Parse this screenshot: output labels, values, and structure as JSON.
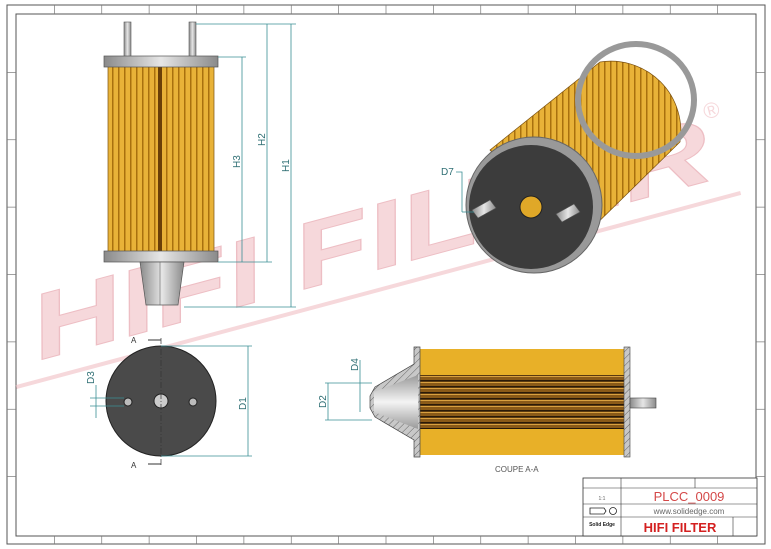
{
  "watermark": {
    "text": "HIFI FILTER",
    "registered": "®",
    "color": "#f0b9bf"
  },
  "front_view": {
    "dims": {
      "h1": "H1",
      "h2": "H2",
      "h3": "H3"
    }
  },
  "end_view": {
    "dims": {
      "d1": "D1",
      "d3": "D3"
    },
    "section_marks": [
      "A",
      "A"
    ]
  },
  "iso_view": {
    "dims": {
      "d7": "D7"
    }
  },
  "section_view": {
    "dims": {
      "d2": "D2",
      "d4": "D4"
    },
    "caption": "COUPE A-A"
  },
  "title_block": {
    "part_number": "PLCC_0009",
    "website": "www.solidedge.com",
    "title": "HIFI FILTER",
    "scale": "1:1",
    "software": "Solid Edge",
    "title_color": "#d42020",
    "part_color": "#d44848"
  },
  "colors": {
    "filter": "#e0a828",
    "metal": "#b8b8b8",
    "dim": "#3a8f95"
  }
}
